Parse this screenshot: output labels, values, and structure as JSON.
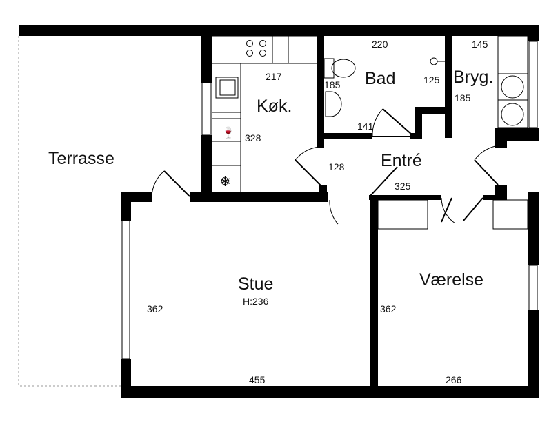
{
  "rooms": {
    "terrasse": "Terrasse",
    "kitchen": "Køk.",
    "bath": "Bad",
    "utility": "Bryg.",
    "entry": "Entré",
    "living": "Stue",
    "living_height": "H:236",
    "bedroom": "Værelse"
  },
  "dimensions": {
    "kitchen_width": "217",
    "kitchen_length": "328",
    "bath_width": "220",
    "bath_left": "185",
    "bath_right": "125",
    "bath_bottom": "141",
    "utility_width": "145",
    "utility_length": "185",
    "entry_left": "128",
    "entry_width": "325",
    "living_length": "362",
    "living_width": "455",
    "bedroom_length": "362",
    "bedroom_width": "266"
  }
}
